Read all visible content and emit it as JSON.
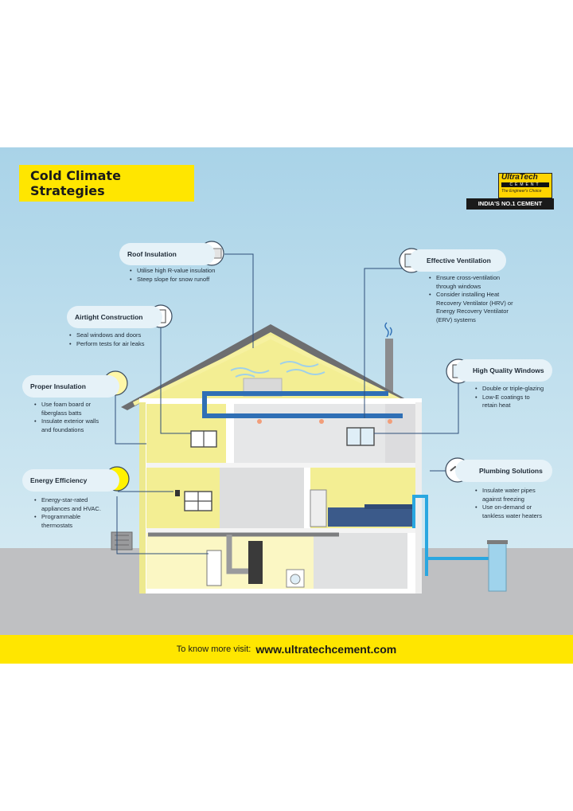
{
  "title": "Cold Climate Strategies",
  "brand": {
    "name": "UltraTech",
    "sub": "CEMENT",
    "tagline": "The Engineer's Choice",
    "banner": "INDIA'S NO.1 CEMENT"
  },
  "strategies": [
    {
      "id": "roof-insulation",
      "label": "Roof Insulation",
      "bullets": [
        "Utilise high R-value insulation",
        "Steep slope for snow runoff"
      ]
    },
    {
      "id": "airtight-construction",
      "label": "Airtight Construction",
      "bullets": [
        "Seal windows and doors",
        "Perform tests for air leaks"
      ]
    },
    {
      "id": "proper-insulation",
      "label": "Proper Insulation",
      "bullets": [
        "Use foam board or\nfiberglass batts",
        "Insulate exterior walls\nand foundations"
      ]
    },
    {
      "id": "energy-efficiency",
      "label": "Energy Efficiency",
      "bullets": [
        "Energy-star-rated\nappliances and HVAC.",
        "Programmable\nthermostats"
      ]
    },
    {
      "id": "effective-ventilation",
      "label": "Effective Ventilation",
      "bullets": [
        "Ensure cross-ventilation\nthrough windows",
        "Consider installing Heat\nRecovery Ventilator (HRV) or\nEnergy Recovery Ventilator\n(ERV) systems"
      ]
    },
    {
      "id": "high-quality-windows",
      "label": "High Quality Windows",
      "bullets": [
        "Double or triple-glazing",
        "Low-E coatings to\nretain heat"
      ]
    },
    {
      "id": "plumbing-solutions",
      "label": "Plumbing Solutions",
      "bullets": [
        "Insulate water pipes\nagainst freezing",
        "Use on-demand or\ntankless water heaters"
      ]
    }
  ],
  "footer": {
    "label": "To know more visit:",
    "url": "www.ultratechcement.com"
  },
  "colors": {
    "sky": "#b5d9ea",
    "ground": "#bfc0c2",
    "accent_yellow": "#ffe600",
    "wall_yellow": "#f3ee93",
    "roof": "#6d6e70",
    "duct": "#2f6fb5",
    "water": "#2aa7e0"
  }
}
